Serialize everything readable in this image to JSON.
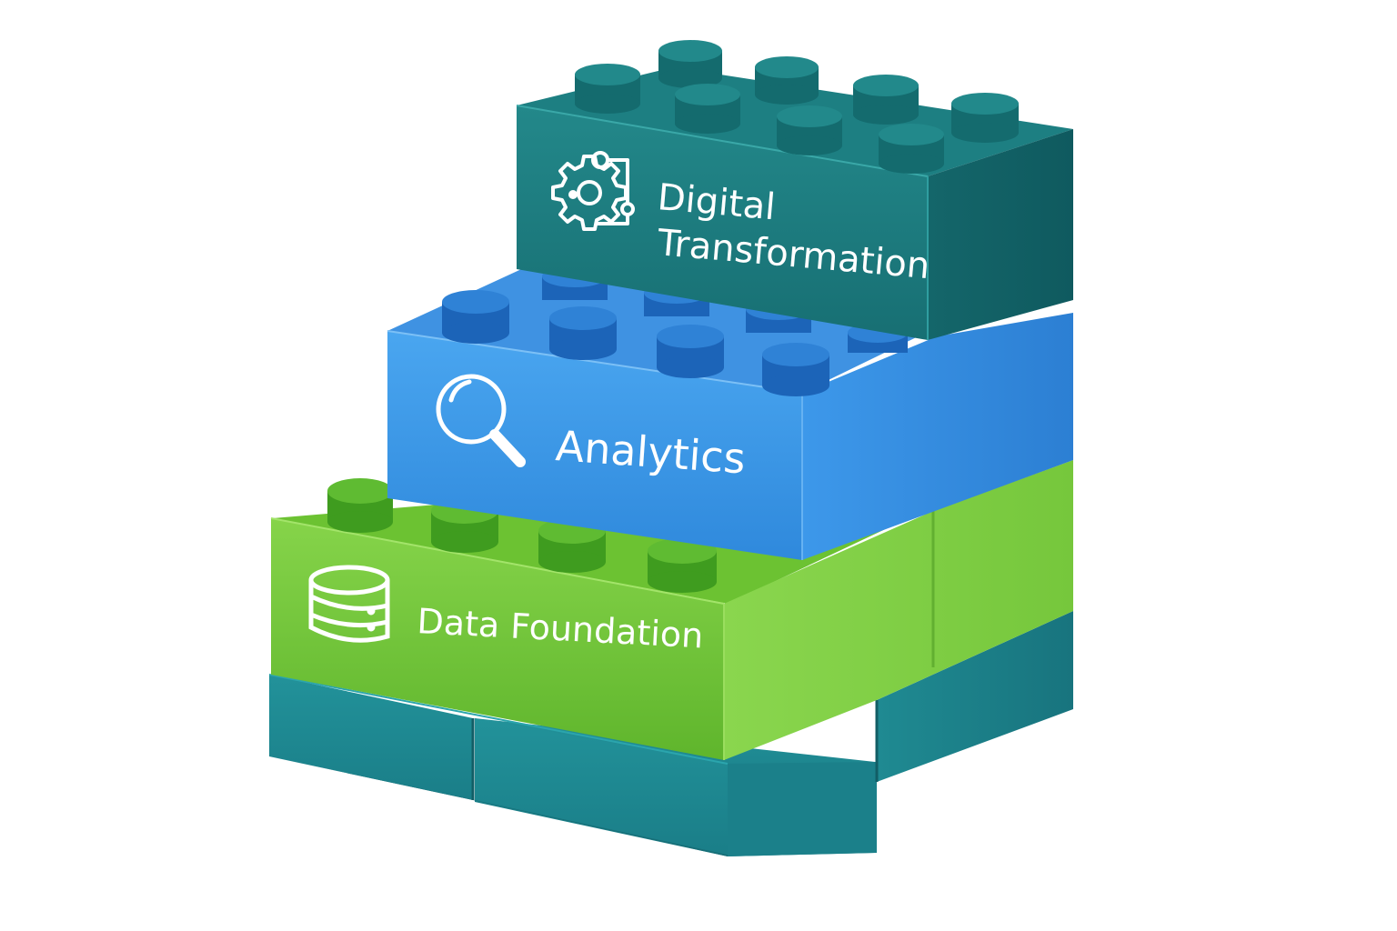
{
  "layers": [
    {
      "id": "digital-transformation",
      "label_lines": [
        "Digital",
        "Transformation"
      ],
      "icon": "gear-circuit-icon",
      "color": "#1f8c8a"
    },
    {
      "id": "analytics",
      "label_lines": [
        "Analytics"
      ],
      "icon": "magnifier-icon",
      "color": "#3a97e8"
    },
    {
      "id": "data-foundation",
      "label_lines": [
        "Data Foundation"
      ],
      "icon": "database-icon",
      "color": "#79cc3a"
    }
  ],
  "base_color": "#218e98"
}
